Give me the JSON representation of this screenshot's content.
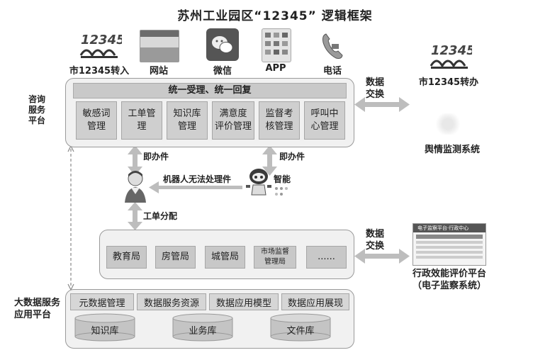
{
  "title": "苏州工业园区“12345” 逻辑框架",
  "channels": [
    {
      "label": "市12345转入",
      "icon": "12345-logo-icon"
    },
    {
      "label": "网站",
      "icon": "website-screenshot-icon"
    },
    {
      "label": "微信",
      "icon": "wechat-icon"
    },
    {
      "label": "APP",
      "icon": "app-phone-icon"
    },
    {
      "label": "电话",
      "icon": "telephone-icon"
    }
  ],
  "consult_platform": {
    "side_label_lines": [
      "咨询",
      "服务",
      "平台"
    ],
    "header": "统一受理、统一回复",
    "modules": [
      [
        "敏感词",
        "管理"
      ],
      [
        "工单管",
        "理"
      ],
      [
        "知识库",
        "管理"
      ],
      [
        "满意度",
        "评价管理"
      ],
      [
        "监督考",
        "核管理"
      ],
      [
        "呼叫中",
        "心管理"
      ]
    ]
  },
  "right_top": {
    "exchange_lines": [
      "数据",
      "交换"
    ],
    "transfer_label": "市12345转办",
    "sentiment_label": "舆情监测系统"
  },
  "flow": {
    "immediate_left": "即办件",
    "immediate_right": "即办件",
    "robot_fail": "机器人无法处理件",
    "smart": "智能",
    "dispatch": "工单分配"
  },
  "departments": [
    "教育局",
    "房管局",
    "城管局",
    [
      "市场监督",
      "管理局"
    ],
    "......"
  ],
  "right_bottom": {
    "exchange_lines": [
      "数据",
      "交换"
    ],
    "platform_lines": [
      "行政效能评价平台",
      "（电子监察系统）"
    ],
    "screenshot_title": "电子监察平台·行政中心"
  },
  "bigdata_platform": {
    "side_label_lines": [
      "大数据服务",
      "应用平台"
    ],
    "services": [
      "元数据管理",
      "数据服务资源",
      "数据应用模型",
      "数据应用展现"
    ],
    "stores": [
      "知识库",
      "业务库",
      "文件库"
    ]
  },
  "logo_text": "12345"
}
